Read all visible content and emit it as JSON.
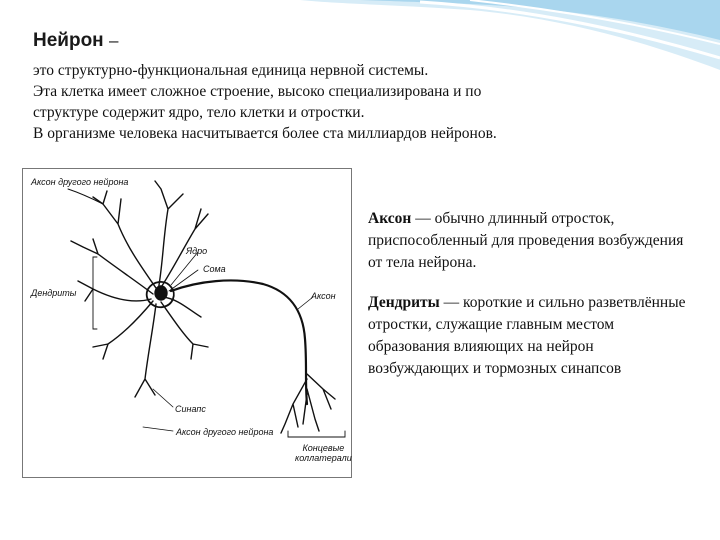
{
  "slide": {
    "title": "Нейрон",
    "title_dash": "–",
    "intro_lines": [
      "это структурно-функциональная единица нервной системы.",
      "Эта клетка имеет сложное строение, высоко специализирована и по",
      "структуре содержит ядро, тело клетки и отростки.",
      "В организме человека насчитывается более ста миллиардов нейронов."
    ]
  },
  "figure": {
    "labels": {
      "axon_other_top": "Аксон другого нейрона",
      "nucleus": "Ядро",
      "soma": "Сома",
      "dendrites": "Дендриты",
      "axon": "Аксон",
      "synapse": "Синапс",
      "axon_other_bottom": "Аксон другого нейрона",
      "terminal_line1": "Концевые",
      "terminal_line2": "коллатерали"
    }
  },
  "definitions": {
    "axon_term": "Аксон",
    "axon_text": " — обычно длинный отросток, приспособленный для проведения возбуждения от тела нейрона.",
    "dendrites_term": "Дендриты",
    "dendrites_text": " — короткие и сильно разветвлённые отростки, служащие главным местом образования влияющих на нейрон возбуждающих и тормозных синапсов"
  },
  "colors": {
    "deco_light": "#d7ecf7",
    "deco_mid": "#9fd0ea",
    "deco_white": "#ffffff"
  }
}
